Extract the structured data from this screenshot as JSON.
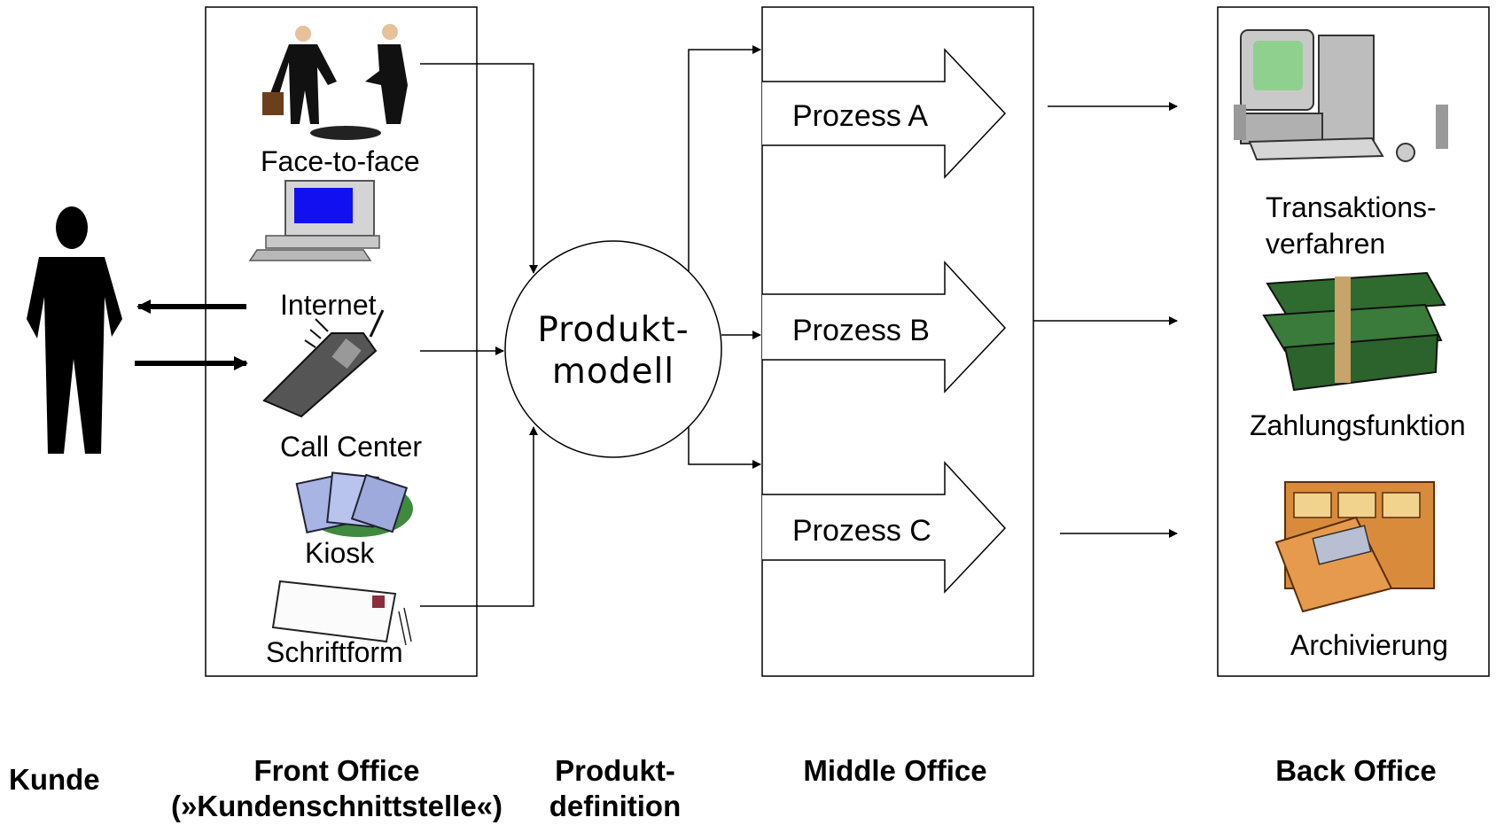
{
  "diagram": {
    "channels": {
      "face_to_face": "Face-to-face",
      "internet": "Internet",
      "call_center": "Call Center",
      "kiosk": "Kiosk",
      "schriftform": "Schriftform"
    },
    "product_model": {
      "line1": "Produkt-",
      "line2": "modell"
    },
    "processes": [
      "Prozess A",
      "Prozess B",
      "Prozess C"
    ],
    "back_office_items": {
      "transaktion_line1": "Transaktions-",
      "transaktion_line2": "verfahren",
      "zahlung": "Zahlungsfunktion",
      "archiv": "Archivierung"
    },
    "columns": {
      "kunde": "Kunde",
      "front_office_line1": "Front Office",
      "front_office_line2": "(»Kundenschnittstelle«)",
      "produkt_line1": "Produkt-",
      "produkt_line2": "definition",
      "middle_office": "Middle Office",
      "back_office": "Back Office"
    }
  }
}
